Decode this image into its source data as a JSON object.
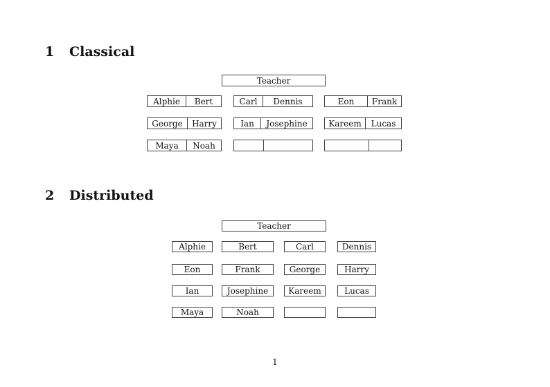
{
  "page": {
    "number": "1"
  },
  "classical": {
    "heading_number": "1",
    "heading_title": "Classical",
    "teacher_label": "Teacher",
    "desks": [
      {
        "cells": [
          "Alphie",
          "Bert"
        ]
      },
      {
        "cells": [
          "Carl",
          "Dennis"
        ]
      },
      {
        "cells": [
          "Eon",
          "Frank"
        ]
      },
      {
        "cells": [
          "George",
          "Harry"
        ]
      },
      {
        "cells": [
          "Ian",
          "Josephine"
        ]
      },
      {
        "cells": [
          "Kareem",
          "Lucas"
        ]
      },
      {
        "cells": [
          "Maya",
          "Noah"
        ]
      },
      {
        "cells": [
          "",
          ""
        ]
      },
      {
        "cells": [
          "",
          ""
        ]
      }
    ]
  },
  "distributed": {
    "heading_number": "2",
    "heading_title": "Distributed",
    "teacher_label": "Teacher",
    "desks": [
      "Alphie",
      "Bert",
      "Carl",
      "Dennis",
      "Eon",
      "Frank",
      "George",
      "Harry",
      "Ian",
      "Josephine",
      "Kareem",
      "Lucas",
      "Maya",
      "Noah",
      "",
      ""
    ]
  }
}
